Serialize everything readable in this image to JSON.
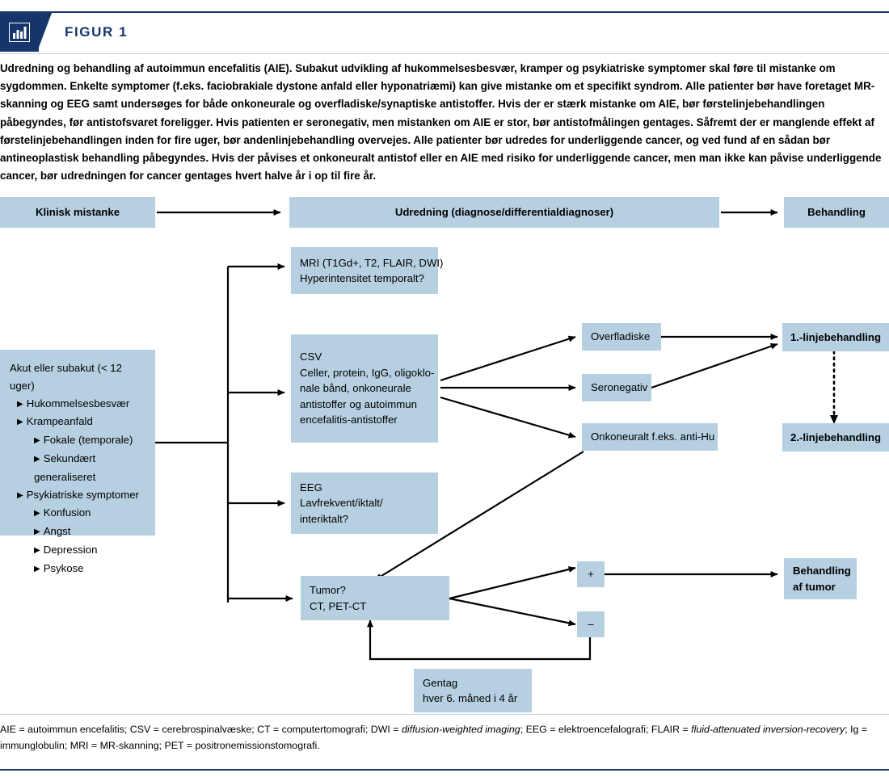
{
  "header": {
    "figure_label": "FIGUR 1",
    "icon": "bar-chart-icon",
    "brand_color": "#15356b"
  },
  "caption": "Udredning og behandling af autoimmun encefalitis (AIE). Subakut udvikling af hukommelsesbesvær, kramper og psykiatriske symptomer skal føre til mistanke om sygdommen. Enkelte symptomer (f.eks. faciobrakiale dystone anfald eller hyponatriæmi) kan give mistanke om et specifikt syndrom. Alle patienter bør have foretaget MR-skanning og EEG samt undersøges for både onkoneurale og overfladiske/synaptiske antistoffer. Hvis der er stærk mistanke om AIE, bør førstelinjebehandlingen påbegyndes, før antistofsvaret foreligger. Hvis patienten er seronegativ, men mistanken om AIE er stor, bør antistofmålingen gentages. Såfremt der er manglende effekt af førstelinjebehandlingen inden for fire uger, bør andenlinjebehandling overvejes. Alle patienter bør udredes for underliggende cancer, og ved fund af en sådan bør antineoplastisk behandling påbegyndes. Hvis der påvises et onkoneuralt antistof eller en AIE med risiko for underliggende cancer, men man ikke kan påvise underliggende cancer, bør udredningen for cancer gentages hvert halve år i op til fire år.",
  "flow": {
    "box_fill": "#b6d0e2",
    "header_boxes": {
      "clinical_suspicion": "Klinisk mistanke",
      "workup": "Udredning (diagnose/differentialdiagnoser)",
      "treatment": "Behandling"
    },
    "symptoms_box": {
      "title": "Akut eller subakut (< 12 uger)",
      "items": [
        {
          "level": 1,
          "label": "Hukommelsesbesvær"
        },
        {
          "level": 1,
          "label": "Krampeanfald"
        },
        {
          "level": 2,
          "label": "Fokale (temporale)"
        },
        {
          "level": 2,
          "label": "Sekundært generaliseret"
        },
        {
          "level": 1,
          "label": "Psykiatriske symptomer"
        },
        {
          "level": 2,
          "label": "Konfusion"
        },
        {
          "level": 2,
          "label": "Angst"
        },
        {
          "level": 2,
          "label": "Depression"
        },
        {
          "level": 2,
          "label": "Psykose"
        }
      ]
    },
    "mri_box": [
      "MRI (T1Gd+, T2, FLAIR, DWI)",
      "Hyperintensitet temporalt?"
    ],
    "csv_box": [
      "CSV",
      "Celler, protein, IgG, oligoklo-",
      "nale bånd, onkoneurale",
      "antistoffer og autoimmun",
      "encefalitis-antistoffer"
    ],
    "eeg_box": [
      "EEG",
      "Lavfrekvent/iktalt/",
      "interiktalt?"
    ],
    "tumor_box": [
      "Tumor?",
      "CT, PET-CT"
    ],
    "surface_box": "Overfladiske",
    "seronegative_box": "Seronegativ",
    "onconeural_box": "Onkoneuralt f.eks. anti-Hu",
    "first_line_box": "1.-linjebehandling",
    "second_line_box": "2.-linjebehandling",
    "plus_box": "+",
    "minus_box": "–",
    "tumor_treatment_box": [
      "Behandling",
      "af tumor"
    ],
    "repeat_box": [
      "Gentag",
      "hver 6. måned i 4 år"
    ]
  },
  "footnote": {
    "parts": [
      {
        "text": "AIE = autoimmun encefalitis; CSV = cerebrospinalvæske; CT = computertomografi; DWI = ",
        "italic": false
      },
      {
        "text": "diffusion-weighted imaging",
        "italic": true
      },
      {
        "text": "; EEG = elektroencefalografi; FLAIR = ",
        "italic": false
      },
      {
        "text": "fluid-attenuated inversion-recovery",
        "italic": true
      },
      {
        "text": "; Ig = immunglobulin; MRI = MR-skanning; PET = positronemissionstomografi.",
        "italic": false
      }
    ]
  }
}
